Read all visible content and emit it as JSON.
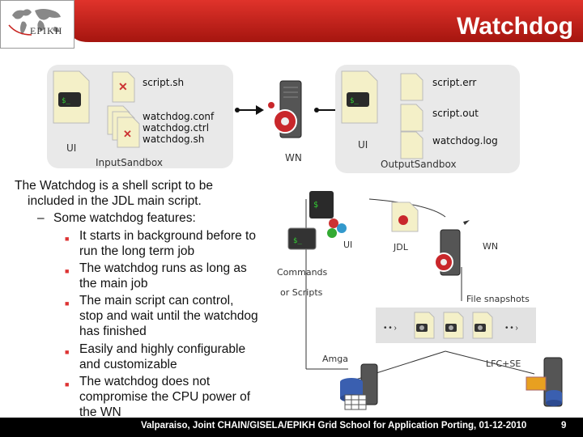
{
  "header": {
    "title": "Watchdog",
    "logo_text": "EPIKH"
  },
  "input_panel": {
    "ui_label": "UI",
    "sandbox_label": "InputSandbox",
    "files": [
      "script.sh",
      "watchdog.conf",
      "watchdog.ctrl",
      "watchdog.sh"
    ]
  },
  "wn_label": "WN",
  "output_panel": {
    "ui_label": "UI",
    "sandbox_label": "OutputSandbox",
    "files": [
      "script.err",
      "script.out",
      "watchdog.log"
    ]
  },
  "body": {
    "intro_line1": "The Watchdog is a shell script to be",
    "intro_line2": "included in the JDL main script.",
    "sub_heading": "Some watchdog features:",
    "b1_l1": "It starts in background before to",
    "b1_l2": "run the long term job",
    "b2_l1": "The watchdog runs as long as",
    "b2_l2": "the main job",
    "b3_l1": "The main script can control,",
    "b3_l2": "stop and wait until the watchdog",
    "b3_l3": "has finished",
    "b4_l1": "Easily and highly configurable",
    "b4_l2": "and customizable",
    "b5_l1": "The watchdog does not",
    "b5_l2": "compromise the CPU power of",
    "b5_l3": "the WN"
  },
  "diagram2": {
    "ui": "UI",
    "jdl": "JDL",
    "wn": "WN",
    "commands": "Commands",
    "or_scripts": "or Scripts",
    "file_snapshots": "File snapshots",
    "amga": "Amga",
    "lfc_se": "LFC+SE"
  },
  "footer": {
    "text": "Valparaiso, Joint CHAIN/GISELA/EPIKH Grid School for Application Porting, 01-12-2010",
    "page": "9"
  },
  "colors": {
    "title_bg": "#c8231f",
    "panel_bg": "#e9e9e9",
    "footer_bg": "#000000"
  }
}
